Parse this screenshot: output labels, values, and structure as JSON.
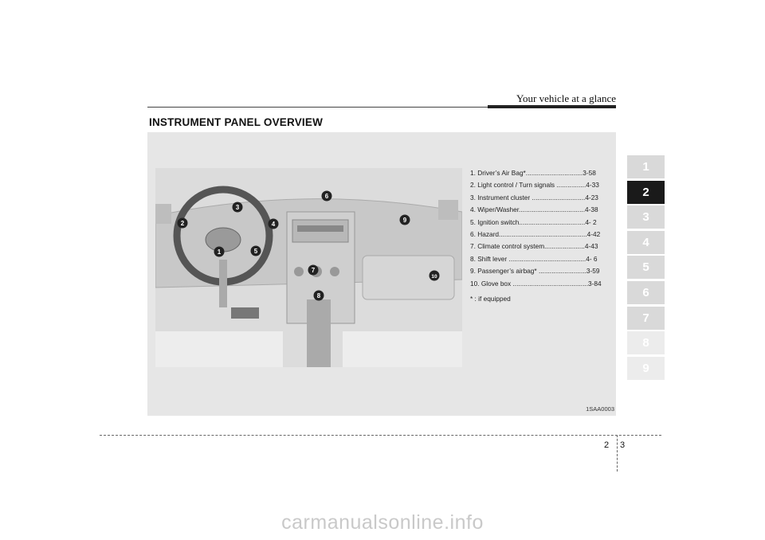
{
  "header": {
    "title": "Your vehicle at a glance"
  },
  "section_title": "INSTRUMENT PANEL OVERVIEW",
  "legend": [
    "1. Driver’s Air Bag*...............................3-58",
    "2. Light control / Turn signals ................4-33",
    "3. Instrument cluster .............................4-23",
    "4. Wiper/Washer....................................4-38",
    "5. Ignition switch....................................4- 2",
    "6. Hazard................................................4-42",
    "7. Climate control system......................4-43",
    "8. Shift lever ..........................................4- 6",
    "9. Passenger’s airbag* ..........................3-59",
    "10. Glove box .........................................3-84"
  ],
  "footnote": "* : if equipped",
  "image_code": "1SAA0003",
  "callouts": [
    "1",
    "2",
    "3",
    "4",
    "5",
    "6",
    "7",
    "8",
    "9",
    "10"
  ],
  "tabs": [
    "1",
    "2",
    "3",
    "4",
    "5",
    "6",
    "7",
    "8",
    "9"
  ],
  "active_tab": "2",
  "page": {
    "section": "2",
    "number": "3"
  },
  "watermark": "carmanualsonline.info"
}
